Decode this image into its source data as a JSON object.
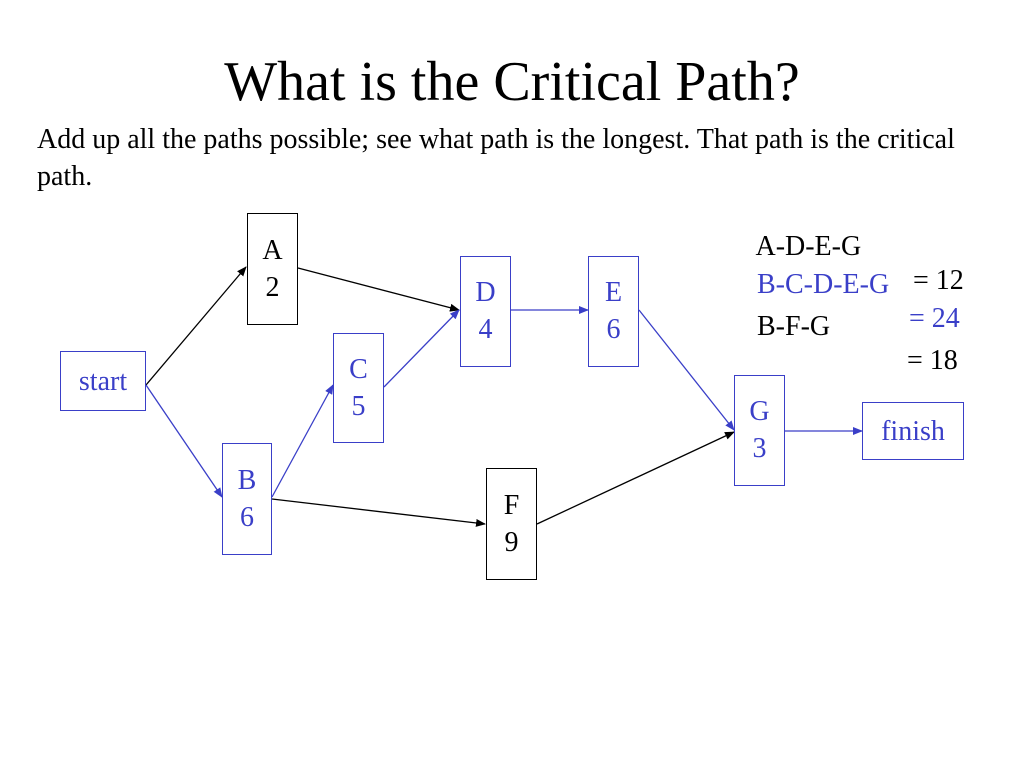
{
  "title": "What is the Critical Path?",
  "description": "Add up all the paths possible; see what path is the longest. That path is the critical path.",
  "colors": {
    "critical": "#3a3fc8",
    "normal": "#000000"
  },
  "paths": [
    {
      "route": "A-D-E-G",
      "total": "= 12",
      "critical": false
    },
    {
      "route": "B-C-D-E-G",
      "total": "= 24",
      "critical": true
    },
    {
      "route": "B-F-G",
      "total": "= 18",
      "critical": false
    }
  ],
  "nodes": {
    "start": {
      "label": "start",
      "duration": ""
    },
    "a": {
      "label": "A",
      "duration": "2"
    },
    "b": {
      "label": "B",
      "duration": "6"
    },
    "c": {
      "label": "C",
      "duration": "5"
    },
    "d": {
      "label": "D",
      "duration": "4"
    },
    "e": {
      "label": "E",
      "duration": "6"
    },
    "f": {
      "label": "F",
      "duration": "9"
    },
    "g": {
      "label": "G",
      "duration": "3"
    },
    "finish": {
      "label": "finish",
      "duration": ""
    }
  },
  "edges": [
    {
      "from": "start",
      "to": "A",
      "critical": false
    },
    {
      "from": "start",
      "to": "B",
      "critical": true
    },
    {
      "from": "A",
      "to": "D",
      "critical": false
    },
    {
      "from": "B",
      "to": "C",
      "critical": true
    },
    {
      "from": "B",
      "to": "F",
      "critical": false
    },
    {
      "from": "C",
      "to": "D",
      "critical": true
    },
    {
      "from": "D",
      "to": "E",
      "critical": true
    },
    {
      "from": "E",
      "to": "G",
      "critical": true
    },
    {
      "from": "F",
      "to": "G",
      "critical": false
    },
    {
      "from": "G",
      "to": "finish",
      "critical": true
    }
  ]
}
